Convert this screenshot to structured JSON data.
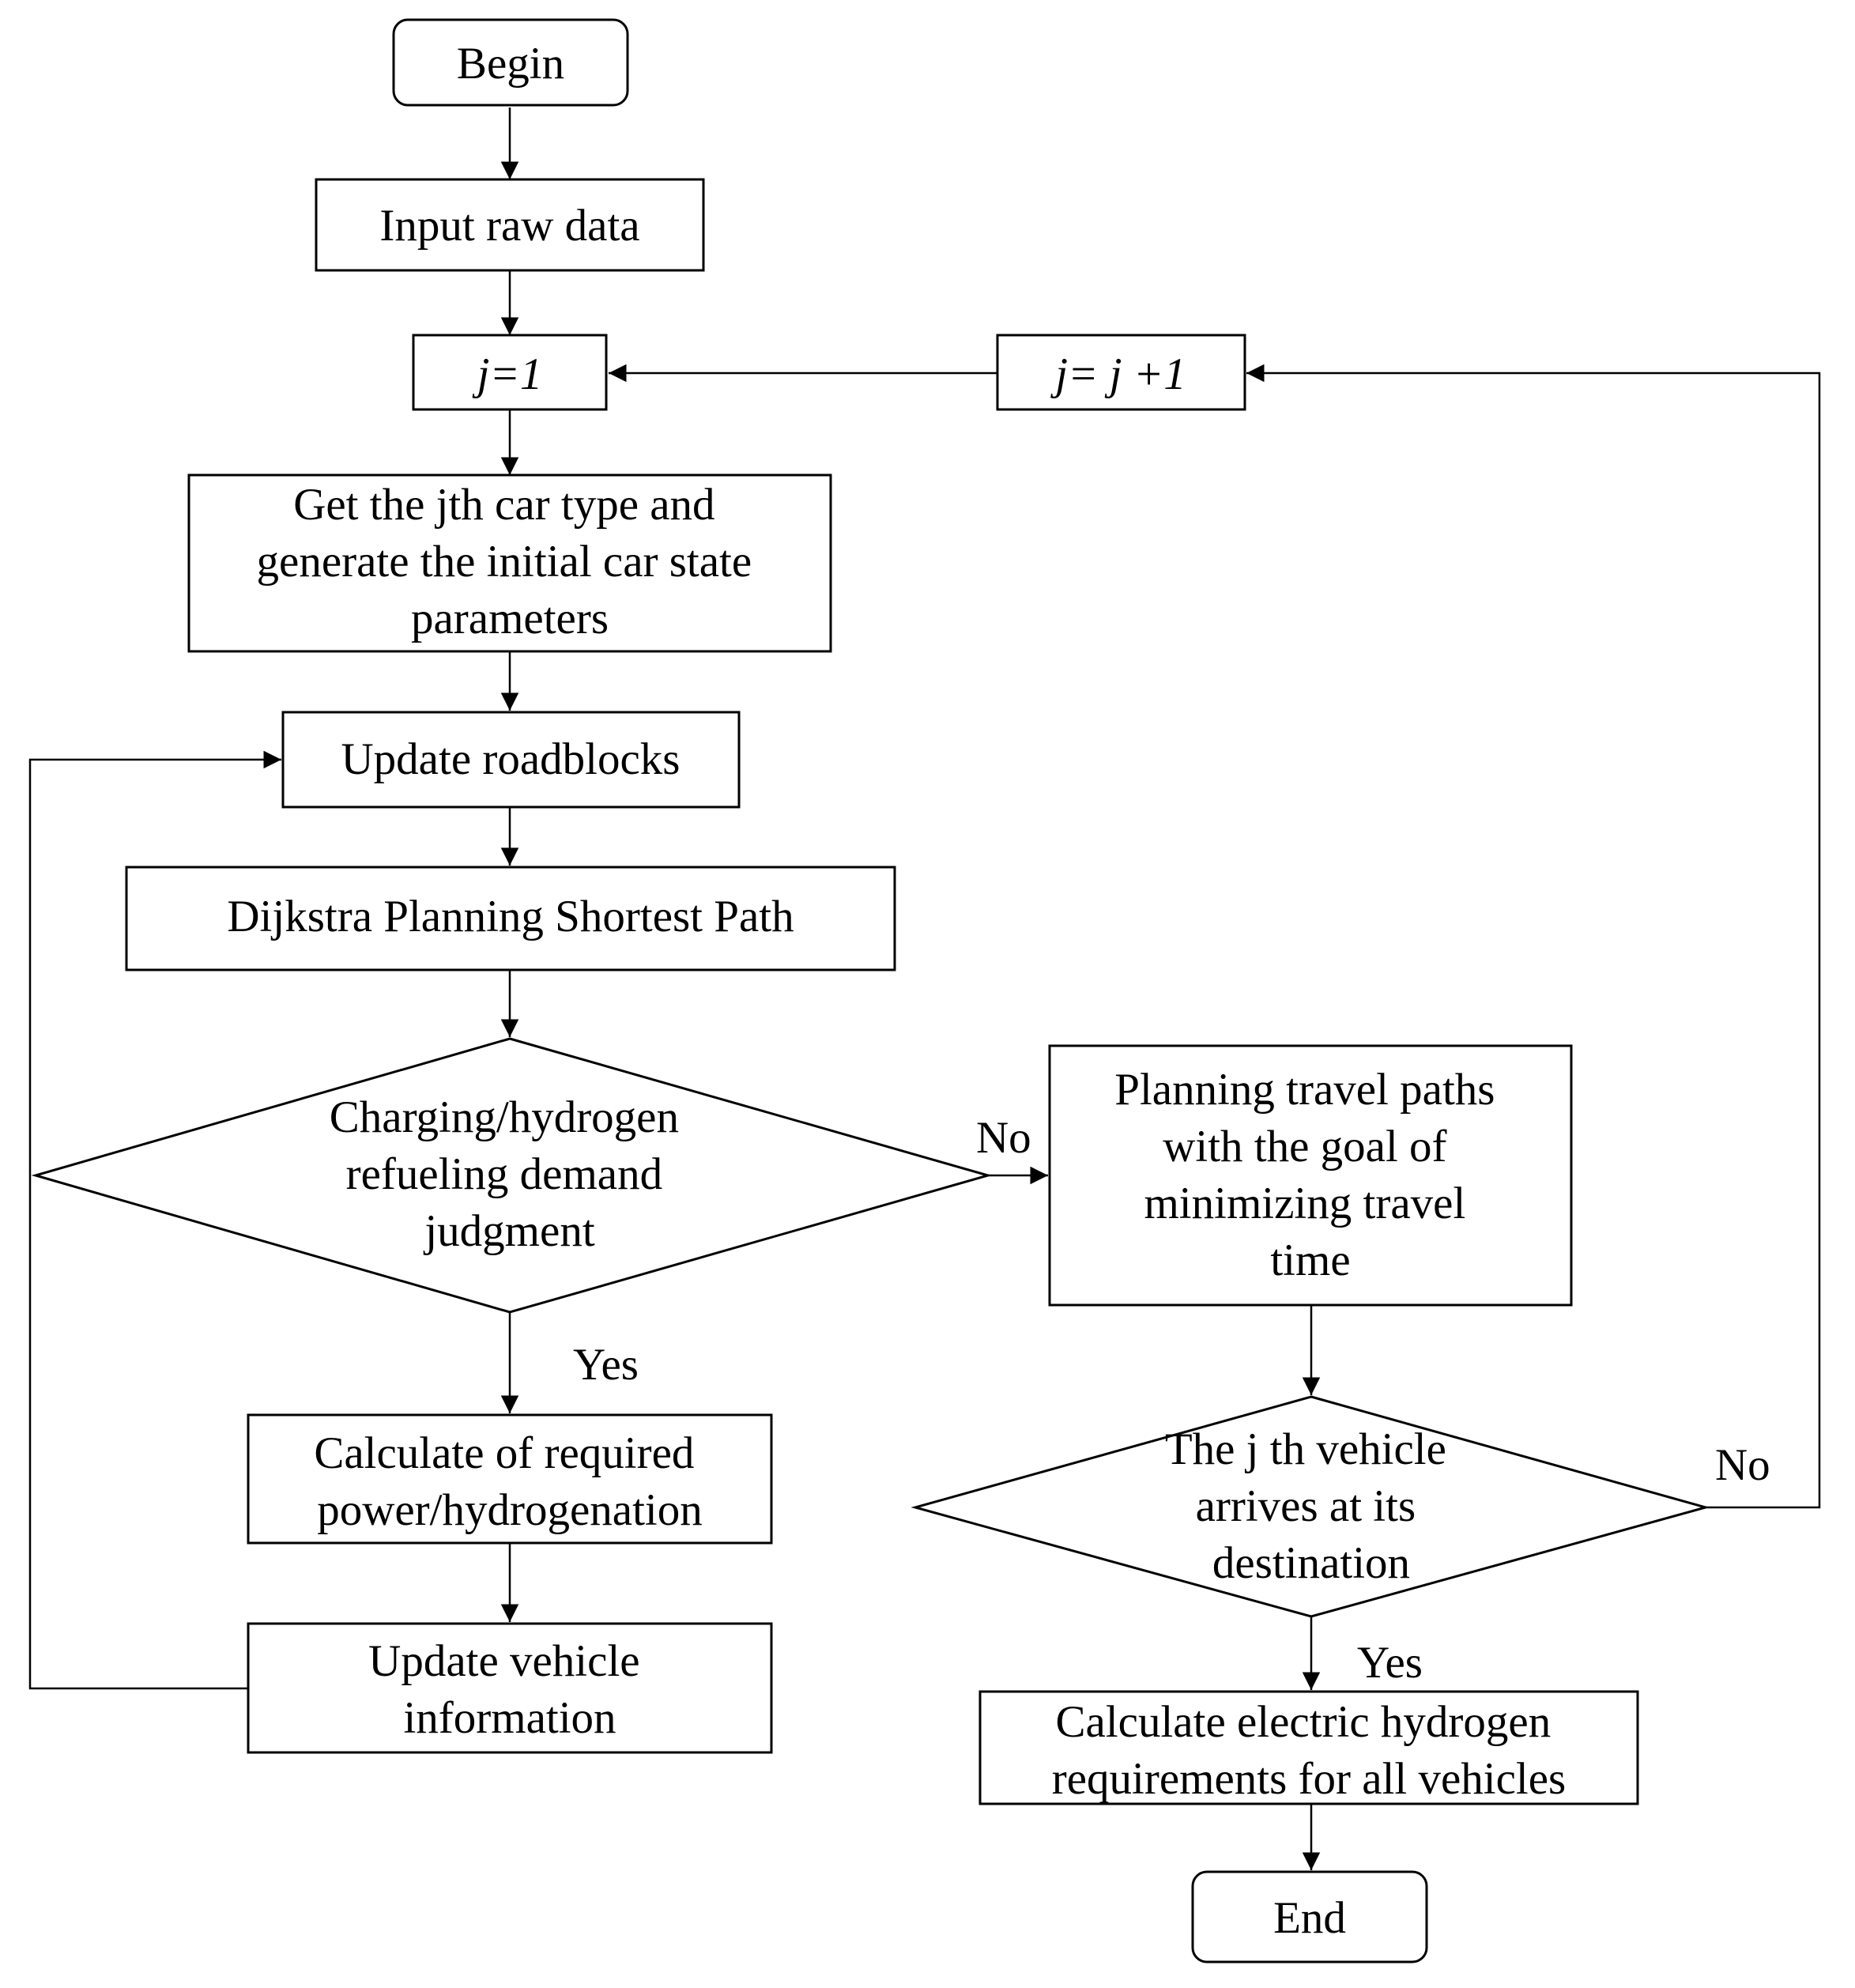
{
  "nodes": {
    "begin": {
      "lines": [
        "Begin"
      ]
    },
    "input": {
      "lines": [
        "Input raw data"
      ]
    },
    "init_j": {
      "lines": [
        "j=1"
      ]
    },
    "increment_j": {
      "lines": [
        "j= j +1"
      ]
    },
    "get_car": {
      "lines": [
        "Get the jth car type and",
        "generate the initial car state",
        "parameters"
      ]
    },
    "update_roadblocks": {
      "lines": [
        "Update roadblocks"
      ]
    },
    "dijkstra": {
      "lines": [
        "Dijkstra Planning Shortest Path"
      ]
    },
    "demand_judgment": {
      "lines": [
        "Charging/hydrogen",
        "refueling demand",
        "judgment"
      ]
    },
    "planning_paths": {
      "lines": [
        "Planning travel paths",
        "with the goal of",
        "minimizing travel",
        "time"
      ]
    },
    "calc_required": {
      "lines": [
        "Calculate of required",
        "power/hydrogenation"
      ]
    },
    "update_vehicle": {
      "lines": [
        "Update vehicle",
        "information"
      ]
    },
    "arrives_check": {
      "lines": [
        "The j th vehicle",
        "arrives at its",
        "destination"
      ]
    },
    "calc_all": {
      "lines": [
        "Calculate electric hydrogen",
        "requirements for all vehicles"
      ]
    },
    "end": {
      "lines": [
        "End"
      ]
    }
  },
  "edge_labels": {
    "demand_no": "No",
    "demand_yes": "Yes",
    "arrives_no": "No",
    "arrives_yes": "Yes"
  }
}
